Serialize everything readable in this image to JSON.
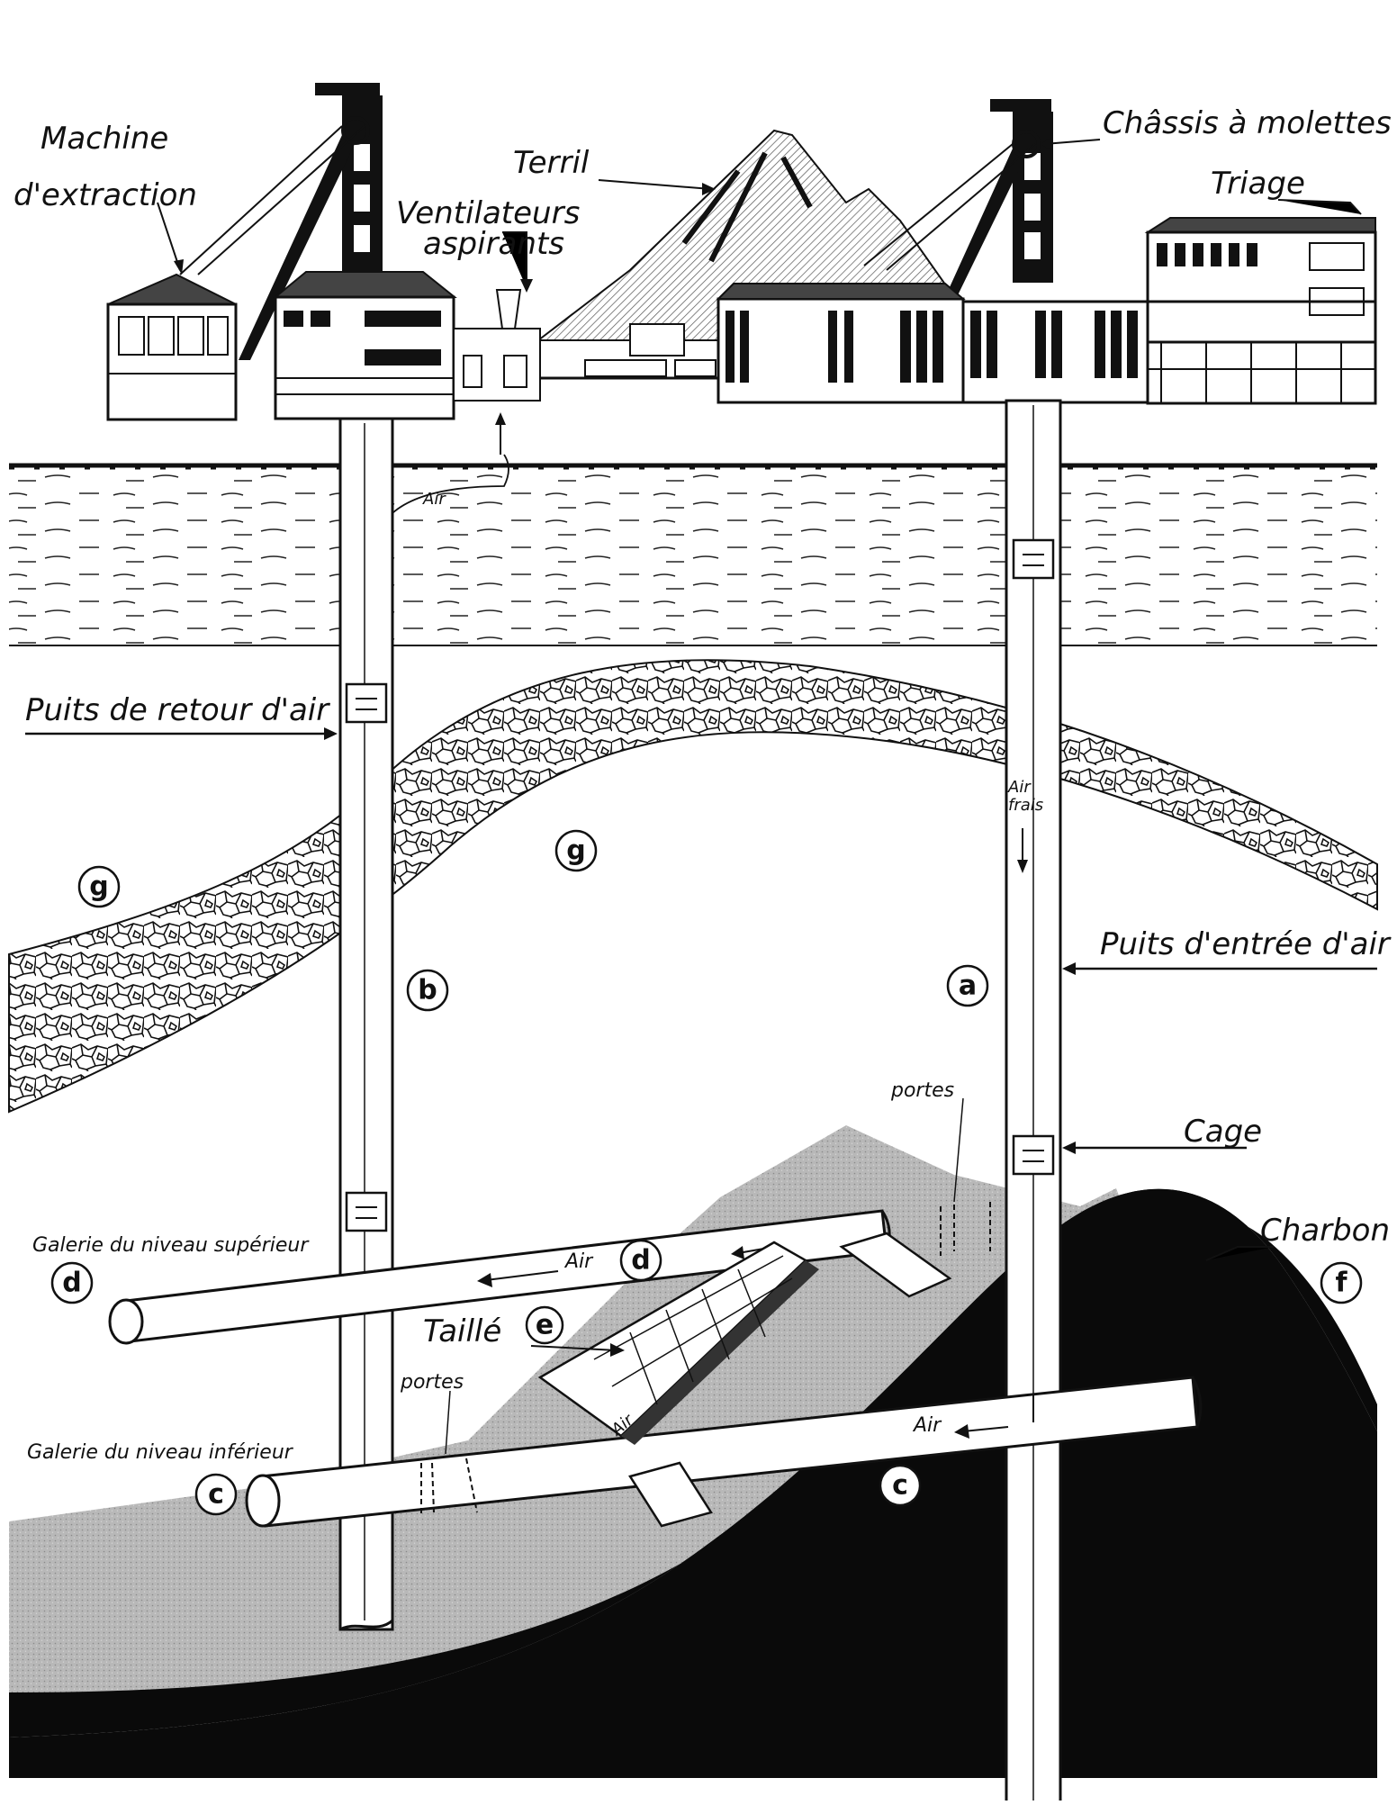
{
  "labels": {
    "machine_line1": "Machine",
    "machine_line2": "d'extraction",
    "terril": "Terril",
    "chassis": "Châssis à molettes",
    "triage": "Triage",
    "ventilateurs_line1": "Ventilateurs",
    "ventilateurs_line2": "aspirants",
    "puits_retour": "Puits de retour d'air",
    "puits_entree": "Puits d'entrée d'air",
    "air_frais_line1": "Air",
    "air_frais_line2": "frais",
    "cage": "Cage",
    "charbon": "Charbon",
    "portes": "portes",
    "galerie_sup": "Galerie du niveau supérieur",
    "galerie_inf": "Galerie du niveau inférieur",
    "taille": "Taillé",
    "air": "Air"
  },
  "markers": {
    "a": "a",
    "b": "b",
    "c": "c",
    "d": "d",
    "e": "e",
    "f": "f",
    "g": "g"
  },
  "colors": {
    "ink": "#111111",
    "paper": "#ffffff",
    "rock_shade": "#bdbdbd",
    "coal": "#0a0a0a",
    "sky": "#ffffff"
  }
}
